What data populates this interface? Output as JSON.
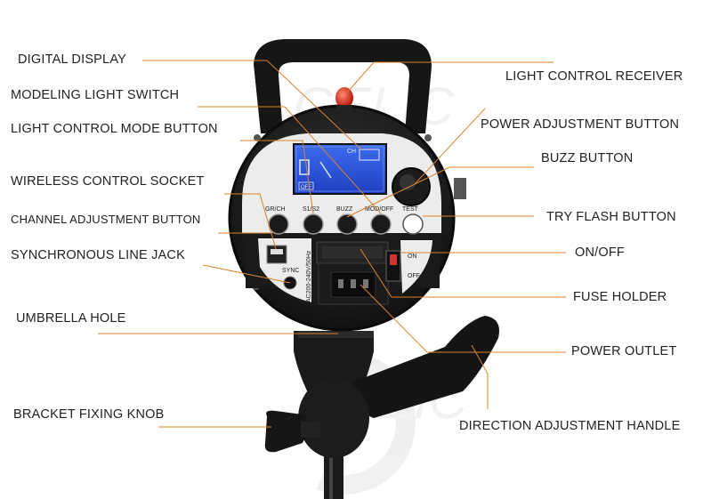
{
  "labels": {
    "digital_display": "DIGITAL DISPLAY",
    "modeling_light_switch": "MODELING LIGHT SWITCH",
    "light_control_mode_button": "LIGHT CONTROL MODE BUTTON",
    "wireless_control_socket": "WIRELESS CONTROL SOCKET",
    "channel_adjustment_button": "CHANNEL ADJUSTMENT BUTTON",
    "synchronous_line_jack": "SYNCHRONOUS LINE JACK",
    "umbrella_hole": "UMBRELLA HOLE",
    "bracket_fixing_knob": "BRACKET FIXING KNOB",
    "light_control_receiver": "LIGHT CONTROL RECEIVER",
    "power_adjustment_button": "POWER ADJUSTMENT BUTTON",
    "buzz_button": "BUZZ BUTTON",
    "try_flash_button": "TRY FLASH BUTTON",
    "on_off": "ON/OFF",
    "fuse_holder": "FUSE HOLDER",
    "power_outlet": "POWER OUTLET",
    "direction_adjustment_handle": "DIRECTION ADJUSTMENT HANDLE"
  },
  "panel": {
    "btn_gr_ch": "GR/CH",
    "btn_s1_s2": "S1/S2",
    "btn_buzz": "BUZZ",
    "btn_mod_off": "MOD/OFF",
    "btn_test": "TEST",
    "sync": "SYNC",
    "switch_on": "ON",
    "switch_off": "OFF",
    "voltage": "AC200-240V/50Hz",
    "lcd_ch": "CH",
    "lcd_off": "OFF"
  },
  "colors": {
    "leader_line": "#d9822b",
    "body": "#1c1c1c",
    "panel": "#f2f2f2",
    "lcd": "#2a4fd8",
    "receiver": "#d8281a"
  }
}
